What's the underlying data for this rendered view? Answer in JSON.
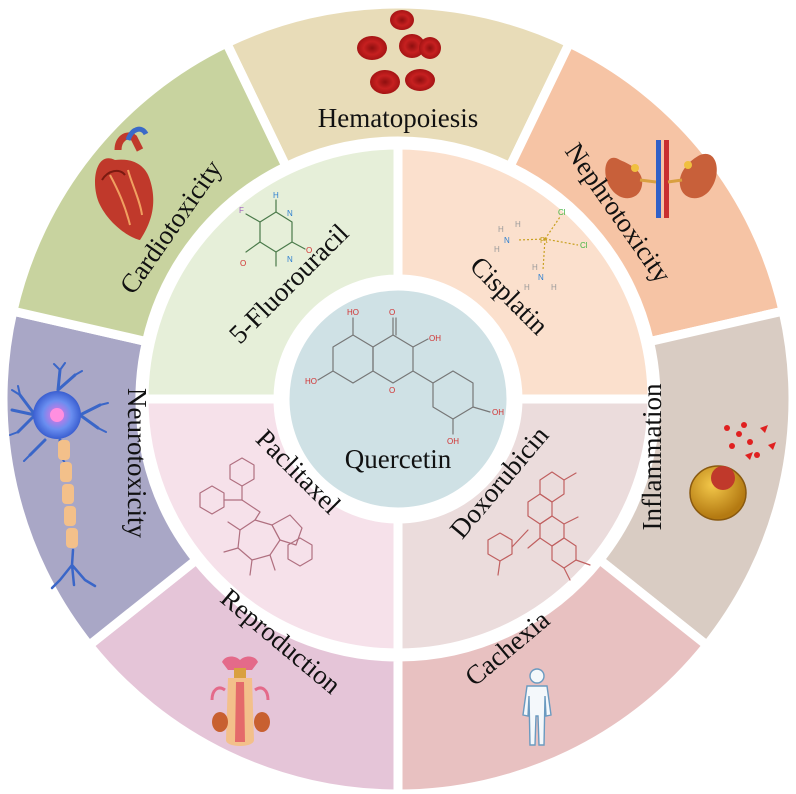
{
  "center": {
    "label": "Quercetin",
    "color": "#cfe1e5"
  },
  "outer_ring": [
    {
      "id": "hematopoiesis",
      "label": "Hematopoiesis",
      "color": "#e8dcb8",
      "icon": "red-blood-cells-icon"
    },
    {
      "id": "nephrotoxicity",
      "label": "Nephrotoxicity",
      "color": "#f6c4a5",
      "icon": "kidneys-icon"
    },
    {
      "id": "inflammation",
      "label": "Inflammation",
      "color": "#d9ccc3",
      "icon": "inflamed-cell-icon"
    },
    {
      "id": "cachexia",
      "label": "Cachexia",
      "color": "#e8c1c1",
      "icon": "human-body-icon"
    },
    {
      "id": "reproduction",
      "label": "Reproduction",
      "color": "#e5c5d8",
      "icon": "reproductive-organ-icon"
    },
    {
      "id": "neurotoxicity",
      "label": "Neurotoxicity",
      "color": "#a9a7c6",
      "icon": "neuron-icon"
    },
    {
      "id": "cardiotoxicity",
      "label": "Cardiotoxicity",
      "color": "#c8d39f",
      "icon": "heart-icon"
    }
  ],
  "inner_ring": [
    {
      "id": "cisplatin",
      "label": "Cisplatin",
      "color": "#fbe0cd"
    },
    {
      "id": "doxorubicin",
      "label": "Doxorubicin",
      "color": "#ebdcdc"
    },
    {
      "id": "paclitaxel",
      "label": "Paclitaxel",
      "color": "#f6e1ea"
    },
    {
      "id": "fluorouracil",
      "label": "5-Fluorouracil",
      "color": "#e6efd9"
    }
  ],
  "colors": {
    "cisplatin_cl": "#41b441",
    "cisplatin_n": "#2d7fd0",
    "cisplatin_pt": "#c8a020",
    "fu_structure": "#4a7a4a",
    "molecule_grey": "#8a8a8a",
    "doxorubicin_structure": "#c06060",
    "paclitaxel_structure": "#b07080"
  }
}
